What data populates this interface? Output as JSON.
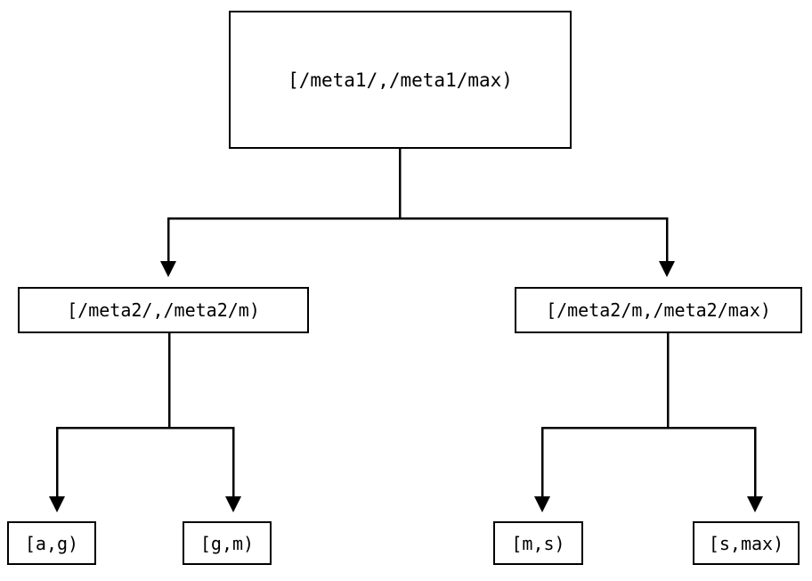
{
  "diagram": {
    "type": "tree",
    "title": "",
    "background_color": "#ffffff",
    "line_color": "#000000",
    "text_color": "#000000",
    "levels": 3,
    "nodes": {
      "root": {
        "label": "[/meta1/,/meta1/max)"
      },
      "level2": [
        {
          "label": "[/meta2/,/meta2/m)"
        },
        {
          "label": "[/meta2/m,/meta2/max)"
        }
      ],
      "leaves": [
        {
          "label": "[a,g)"
        },
        {
          "label": "[g,m)"
        },
        {
          "label": "[m,s)"
        },
        {
          "label": "[s,max)"
        }
      ]
    },
    "edges": [
      {
        "from": "root",
        "to": "level2.0",
        "arrow": "triangle-down"
      },
      {
        "from": "root",
        "to": "level2.1",
        "arrow": "triangle-down"
      },
      {
        "from": "level2.0",
        "to": "leaves.0",
        "arrow": "triangle-down"
      },
      {
        "from": "level2.0",
        "to": "leaves.1",
        "arrow": "triangle-down"
      },
      {
        "from": "level2.1",
        "to": "leaves.2",
        "arrow": "triangle-down"
      },
      {
        "from": "level2.1",
        "to": "leaves.3",
        "arrow": "triangle-down"
      }
    ]
  }
}
